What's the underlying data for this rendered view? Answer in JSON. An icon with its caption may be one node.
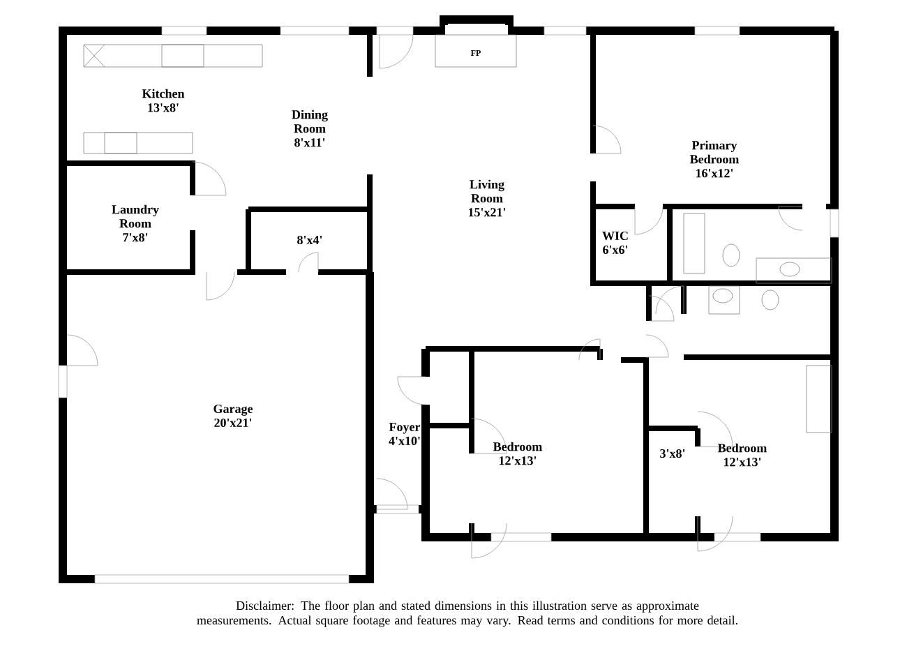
{
  "diagram": {
    "caption": "Disclaimer: The floor plan and stated dimensions in this illustration serve as approximate measurements. Actual square footage and features may vary. Read terms and conditions for more detail.",
    "nodes": [
      {
        "text": [
          "Kitchen",
          "13'x8'"
        ]
      },
      {
        "text": [
          "Dining Room",
          "8'x11'"
        ]
      },
      {
        "text": [
          "FP"
        ]
      },
      {
        "text": [
          "Laundry Room",
          "7'x8'"
        ]
      },
      {
        "text": [
          "8'x4'"
        ]
      },
      {
        "text": [
          "Living Room",
          "15'x21'"
        ]
      },
      {
        "text": [
          "Primary Bedroom",
          "16'x12'"
        ]
      },
      {
        "text": [
          "WIC",
          "6'x6'"
        ]
      },
      {
        "text": [
          "Garage",
          "20'x21'"
        ]
      },
      {
        "text": [
          "Foyer",
          "4'x10'"
        ]
      },
      {
        "text": [
          "Bedroom",
          "12'x13'"
        ]
      },
      {
        "text": [
          "3'x8'"
        ]
      },
      {
        "text": [
          "Bedroom",
          "12'x13'"
        ]
      }
    ]
  }
}
